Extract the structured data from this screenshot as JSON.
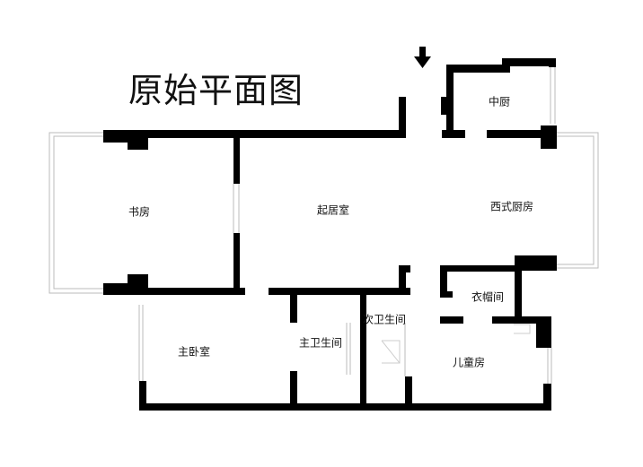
{
  "title": "原始平面图",
  "rooms": {
    "study": "书房",
    "living": "起居室",
    "western_kitchen": "西式厨房",
    "chinese_kitchen": "中厨",
    "closet": "衣帽间",
    "master_bedroom": "主卧室",
    "master_bath": "主卫生间",
    "second_bath": "次卫生间",
    "kids_room": "儿童房"
  },
  "entrance_icon": "down-arrow-icon"
}
